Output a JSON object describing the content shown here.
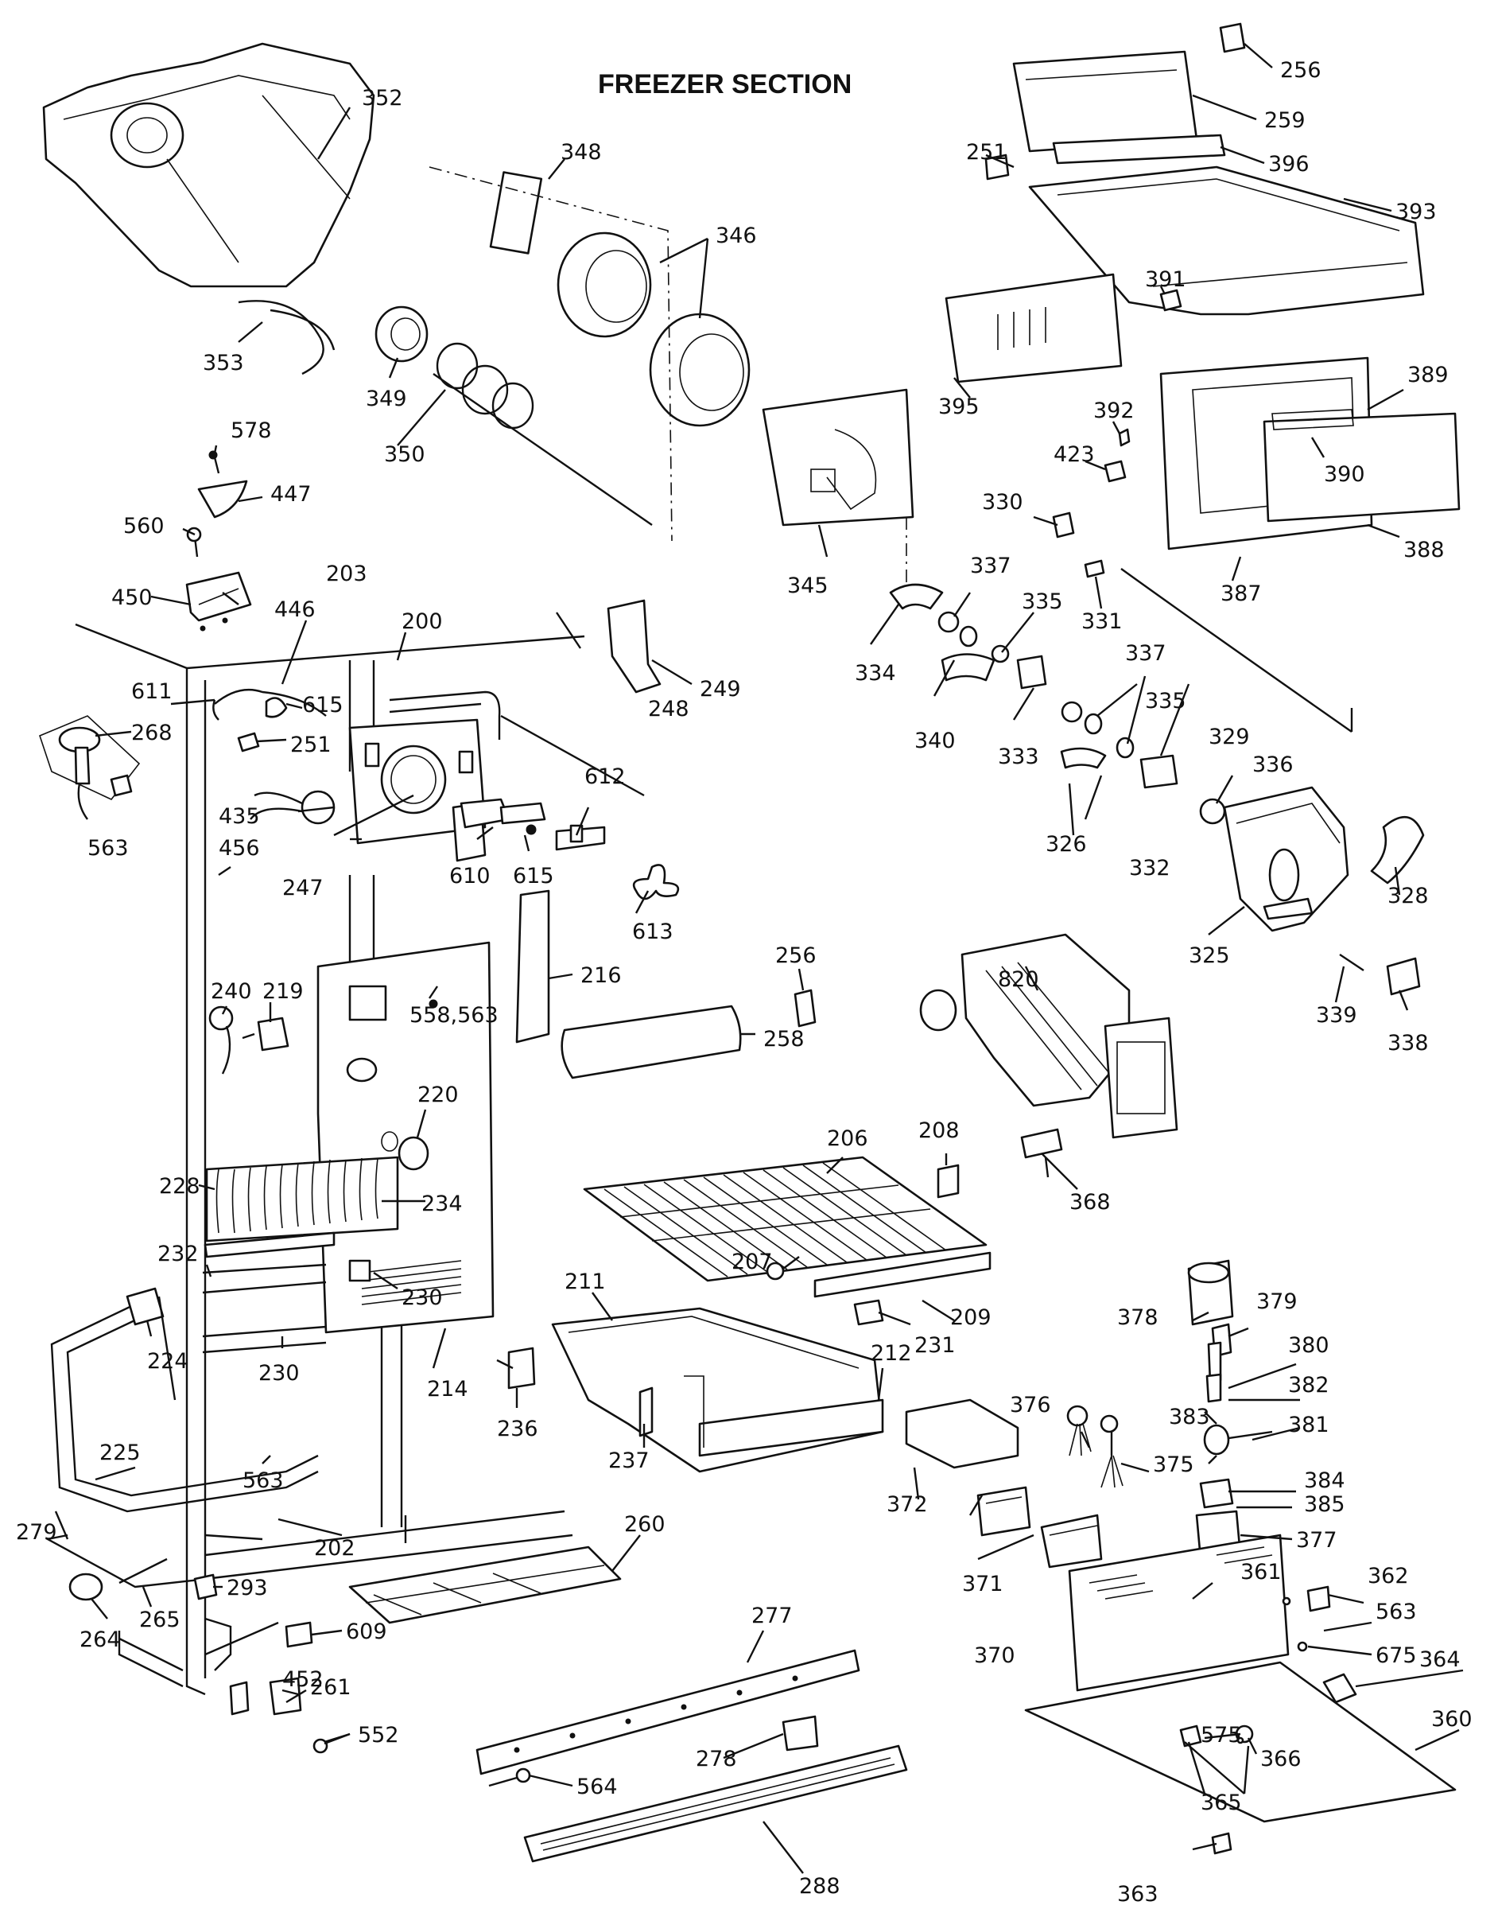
{
  "title": "FREEZER SECTION",
  "parts": [
    "352",
    "348",
    "346",
    "353",
    "349",
    "350",
    "578",
    "447",
    "560",
    "450",
    "446",
    "203",
    "200",
    "611",
    "615",
    "268",
    "251",
    "248",
    "563",
    "435",
    "456",
    "247",
    "610",
    "615",
    "612",
    "249",
    "613",
    "240",
    "219",
    "558,563",
    "216",
    "256",
    "258",
    "220",
    "228",
    "234",
    "232",
    "230",
    "230",
    "224",
    "214",
    "236",
    "225",
    "563",
    "279",
    "202",
    "293",
    "265",
    "264",
    "609",
    "452",
    "261",
    "552",
    "206",
    "208",
    "207",
    "209",
    "211",
    "231",
    "212",
    "237",
    "260",
    "277",
    "278",
    "564",
    "288",
    "256",
    "259",
    "251",
    "396",
    "393",
    "391",
    "395",
    "389",
    "392",
    "390",
    "423",
    "388",
    "387",
    "345",
    "330",
    "331",
    "337",
    "334",
    "335",
    "340",
    "333",
    "337",
    "335",
    "329",
    "336",
    "326",
    "332",
    "328",
    "325",
    "339",
    "338",
    "820",
    "368",
    "378",
    "379",
    "380",
    "382",
    "376",
    "383",
    "381",
    "375",
    "384",
    "385",
    "372",
    "377",
    "371",
    "370",
    "361",
    "362",
    "563",
    "675",
    "364",
    "360",
    "575",
    "366",
    "365",
    "363"
  ]
}
